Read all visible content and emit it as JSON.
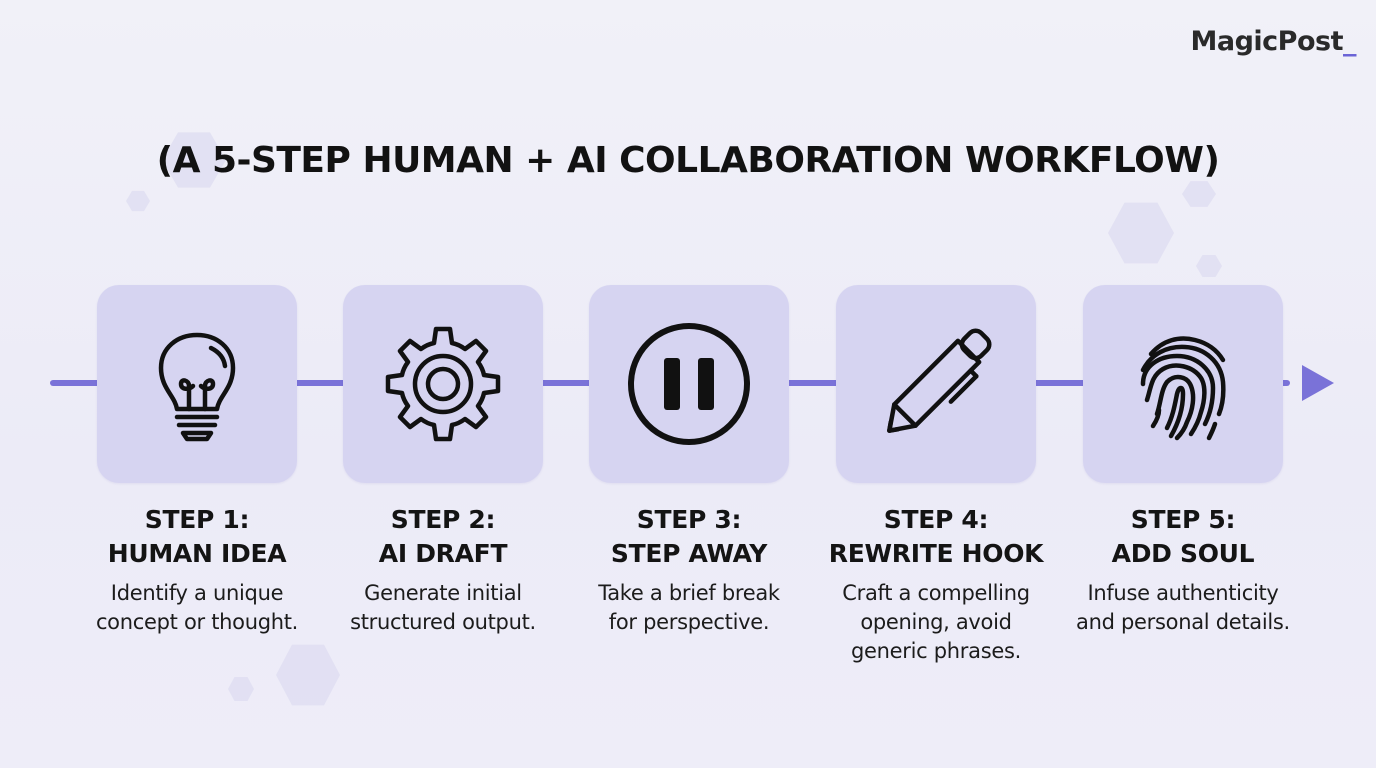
{
  "brand": {
    "name": "MagicPost",
    "cursor": "_"
  },
  "title": "(A 5-STEP HUMAN + AI COLLABORATION WORKFLOW)",
  "colors": {
    "accent": "#7a72d8",
    "card": "#d6d4f1",
    "background": "#efeef8"
  },
  "steps": [
    {
      "number": "STEP 1:",
      "name": "HUMAN IDEA",
      "icon": "lightbulb-icon",
      "desc": [
        "Identify a unique",
        "concept or thought."
      ]
    },
    {
      "number": "STEP 2:",
      "name": "AI DRAFT",
      "icon": "gear-icon",
      "desc": [
        "Generate initial",
        "structured output."
      ]
    },
    {
      "number": "STEP 3:",
      "name": "STEP AWAY",
      "icon": "pause-icon",
      "desc": [
        "Take a brief break",
        "for perspective."
      ]
    },
    {
      "number": "STEP 4:",
      "name": "REWRITE HOOK",
      "icon": "pen-icon",
      "desc": [
        "Craft a compelling",
        "opening, avoid",
        "generic phrases."
      ]
    },
    {
      "number": "STEP 5:",
      "name": "ADD SOUL",
      "icon": "fingerprint-icon",
      "desc": [
        "Infuse authenticity",
        "and personal details."
      ]
    }
  ]
}
